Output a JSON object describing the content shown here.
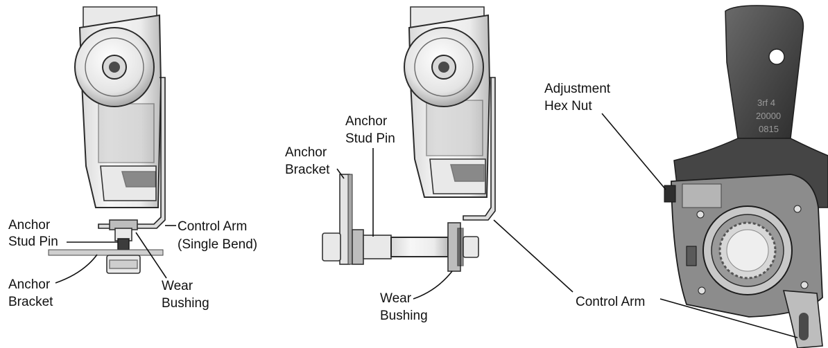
{
  "panels": {
    "left": {
      "labels": {
        "anchor_stud_pin": [
          "Anchor",
          "Stud Pin"
        ],
        "control_arm": [
          "Control Arm",
          "(Single Bend)"
        ],
        "anchor_bracket": [
          "Anchor",
          "Bracket"
        ],
        "wear_bushing": [
          "Wear",
          "Bushing"
        ]
      }
    },
    "middle": {
      "labels": {
        "anchor_stud_pin": [
          "Anchor",
          "Stud Pin"
        ],
        "anchor_bracket": [
          "Anchor",
          "Bracket"
        ],
        "wear_bushing": [
          "Wear",
          "Bushing"
        ],
        "control_arm": [
          "Control Arm"
        ]
      }
    },
    "right": {
      "labels": {
        "adjustment_hex_nut": [
          "Adjustment",
          "Hex Nut"
        ]
      },
      "stamped_text": [
        "3rf 4",
        "20000",
        "0815"
      ]
    }
  },
  "colors": {
    "ink": "#111111",
    "metal_light": "#f2f2f2",
    "metal_dark": "#3c3c3c"
  }
}
